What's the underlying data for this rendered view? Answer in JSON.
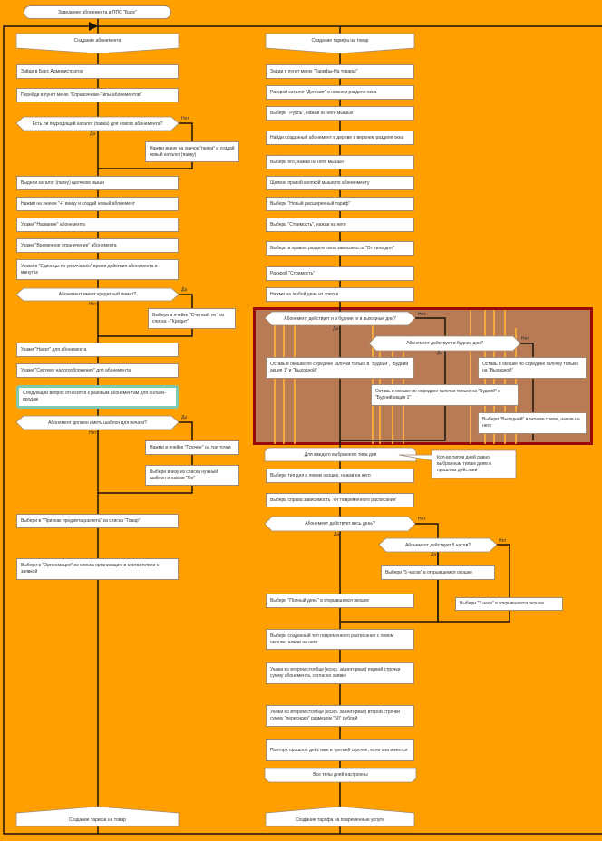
{
  "title": "Заведение абонемента в ППС \"Барс\"",
  "labels": {
    "yes": "Да",
    "no": "Нет"
  },
  "colors": {
    "background": "#ff9f00",
    "highlight": "#b87b56",
    "highlight_border": "#9b0a0a"
  },
  "left": {
    "loop_start": "Создание абонемента",
    "s1": "Зайди в Барс Администратор",
    "s2": "Перейди в пункт меню \"Справочники-Типы абонементов\"",
    "d1": "Есть ли подходящий каталог (папка) для нового абонемента?",
    "d1_side": "Нажми внизу на значок \"папки\" и создай новый каталог (папку)",
    "s3": "Выдели каталог (папку) щелчком мыши",
    "s4": "Нажми на значок \"+\" внизу и создай новый абонемент",
    "s5": "Укажи \"Название\" абонемента",
    "s6": "Укажи \"Временное ограничение\" абонемента",
    "s7": "Укажи в \"Единицы по умолчанию\" время действия абонемента в минутах",
    "d2": "Абонемент имеет кредитный лимит?",
    "d2_side": "Выбери в ячейке \"Счетный тег\" из списка - \"Кредит\"",
    "s8": "Укажи \"Налог\" для абонемента",
    "s9": "Укажи \"Систему налогообложения\" для абонемента",
    "note": "Следующий вопрос относится к разовым абонементам для онлайн-продаж",
    "d3": "Абонемент должен иметь шаблон для печати?",
    "d3_side1": "Нажми в ячейке \"Прочее\" на три точки",
    "d3_side2": "Выбери внизу из списка нужный шаблон и нажми \"Ок\"",
    "s10": "Выбери в \"Признак предмета расчета\" из списка \"Товар\"",
    "s11": "Выбери в \"Организация\" из списка организацию в соответствии с заявкой",
    "loop_end": "Создание тарифа на товар"
  },
  "right": {
    "loop_start": "Создание тарифа на товар",
    "s1": "Зайди в пункт меню \"Тарифы-На товары\"",
    "s2": "Раскрой каталог \"Депозит\" в нижнем разделе окна",
    "s3": "Выбери \"Рубль\", нажав на него мышью",
    "s4": "Найди созданный абонемент в дереве в верхнем разделе окна",
    "s5": "Выбери его, нажав на него мышью",
    "s6": "Щелкни правой кнопкой мыши по абоненменту",
    "s7": "Выбери \"Новый расширенный тариф\"",
    "s8": "Выбери \"Стоимость\", нажав на него",
    "s9": "Выбери в правом разделе окна зависимость \"От типа дня\"",
    "s10": "Раскрой \"Стоимость\"",
    "s11": "Нажми на любой день из списка",
    "hd1": "Абонемент действует и в будние, и в выходные дни?",
    "hd2": "Абонемент действует в будние дни?",
    "hb1": "Оставь в окошке по середине галочки только в \"Будний\", \"Будний акция 1\" и \"Выходной\"",
    "hb2": "Оставь в окошке по середине галочку только на \"Выходной\"",
    "hb3": "Оставь в окошке по середине галочки только на \"Будний\" и \"Будний акция 1\"",
    "hb4": "Выбери \"Выходной\" в окошке слева, нажав на него",
    "loop2_start": "Для каждого выбранного типа дня",
    "callout": "Кол-во типов дней равно выбранным типам дням в прошлом действии",
    "s12": "Выбери тип дня в левом окошке, нажав на него",
    "s13": "Выбери справа зависимость \"От повременного расписания\"",
    "d4": "Абонемент действует весь день?",
    "d5": "Абонемент действует 5 часов?",
    "b5": "Выбери \"5 часов\" в открывшемся окошке",
    "b_full": "Выбери \"Полный день\" в открывшемся окошке",
    "b3": "Выбери \"3 часа\" в открывшемся окошке",
    "s14": "Выбери созданный тип повременного расписания с левом окошке, нажав на него",
    "s15": "Укажи во втором столбце (коэф. за интервал) первой строчки сумму абонемента, согласно заявке",
    "s16": "Укажи во втором столбце (коэф. за интервал) второй строчки сумму \"пересидки\" размером \"50\" рублей",
    "s17": "Повтори прошлое действие в третьей строчке, если она имеется",
    "loop2_end": "Все типы дней настроены",
    "loop_end": "Создание тарифа на повременные услуги"
  }
}
